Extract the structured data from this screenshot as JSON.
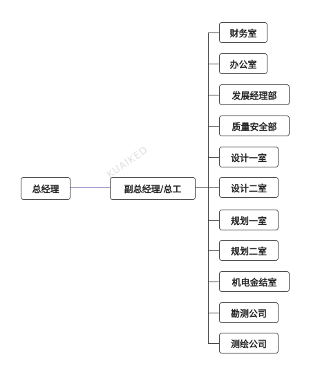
{
  "diagram": {
    "root": {
      "label": "总经理"
    },
    "middle": {
      "label": "副总经理/总工"
    },
    "children": [
      {
        "label": "财务室"
      },
      {
        "label": "办公室"
      },
      {
        "label": "发展经理部"
      },
      {
        "label": "质量安全部"
      },
      {
        "label": "设计一室"
      },
      {
        "label": "设计二室"
      },
      {
        "label": "规划一室"
      },
      {
        "label": "规划二室"
      },
      {
        "label": "机电金结室"
      },
      {
        "label": "勘测公司"
      },
      {
        "label": "测绘公司"
      }
    ]
  },
  "watermark": {
    "text": "KUAIKED"
  }
}
